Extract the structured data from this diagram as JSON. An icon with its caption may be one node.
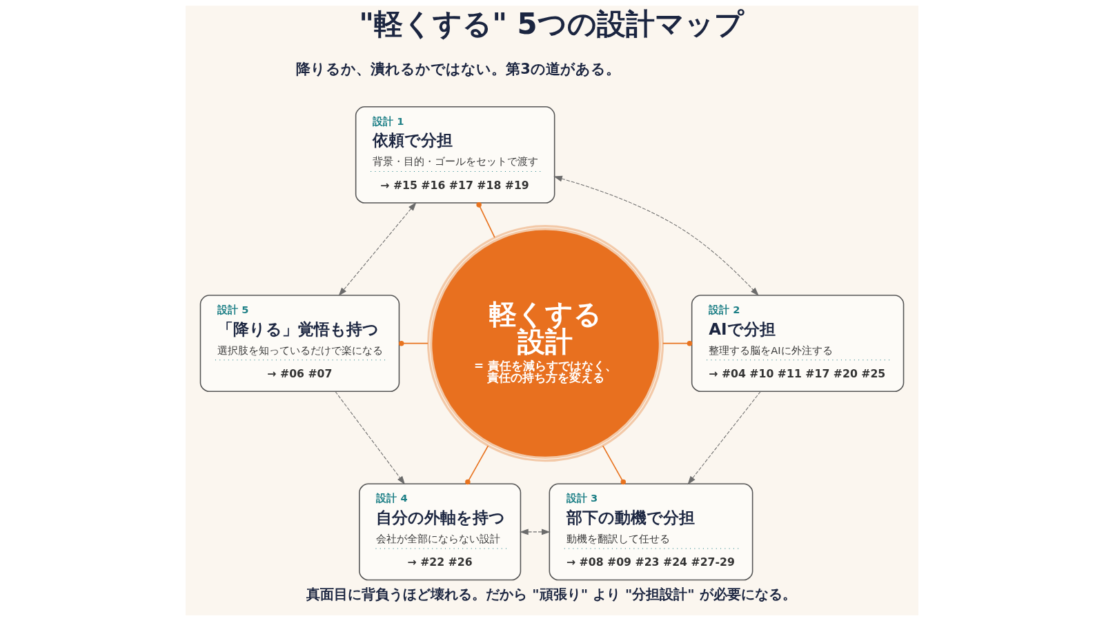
{
  "diagram": {
    "title": "\"軽くする\" 5つの設計マップ",
    "caption": "真面目に背負うほど壊れる。だから \"頑張り\" より \"分担設計\" が必要になる。",
    "nodes": [
      {
        "text": [
          "設計 1",
          "依頼で分担",
          "背景・目的・ゴールをセットで渡す",
          "→ #15 #16 #17 #18 #19"
        ]
      },
      {
        "text": [
          "設計 5",
          "「降りる」覚悟も持つ",
          "選択肢を知っているだけで楽になる",
          "→ #06 #07"
        ]
      },
      {
        "text": [
          "設計 2",
          "AIで分担",
          "整理する脳をAIに外注する",
          "→ #04 #10 #11 #17 #20 #25"
        ]
      },
      {
        "text": [
          "軽くする設計",
          "= 責任を減らすではなく、責任の持ち方を変える"
        ]
      },
      {
        "text": [
          "設計 4",
          "自分の外軸を持つ",
          "会社が全部にならない設計",
          "→ #22 #26"
        ]
      },
      {
        "text": [
          "設計 3",
          "部下の動機で分担",
          "動機を翻訳して任せる",
          "→ #08 #09 #23 #24 #27-29"
        ]
      }
    ],
    "edges": [
      {
        "from": 3,
        "to": 0,
        "arrow": "other",
        "color": "#e8731f"
      },
      {
        "from": 3,
        "to": 1,
        "arrow": "other",
        "color": "#e8731f"
      },
      {
        "from": 3,
        "to": 2,
        "arrow": "other",
        "color": "#e8731f"
      },
      {
        "from": 3,
        "to": 4,
        "arrow": "other",
        "color": "#e8731f"
      },
      {
        "from": 3,
        "to": 5,
        "arrow": "other",
        "color": "#e8731f"
      },
      {
        "from": 0,
        "to": 1,
        "arrow": "both",
        "style": "dashed",
        "color": "#6b6b6b"
      },
      {
        "from": 0,
        "to": 2,
        "arrow": "both",
        "style": "dashed",
        "color": "#6b6b6b"
      },
      {
        "from": 2,
        "to": 5,
        "arrow": "to",
        "style": "dashed",
        "color": "#6b6b6b"
      },
      {
        "from": 4,
        "to": 5,
        "arrow": "both",
        "style": "dashed",
        "color": "#6b6b6b"
      },
      {
        "from": 1,
        "to": 4,
        "arrow": "to",
        "style": "dashed",
        "color": "#6b6b6b"
      }
    ],
    "labels": [
      "降りるか、潰れるかではない。第3の道がある。"
    ]
  }
}
